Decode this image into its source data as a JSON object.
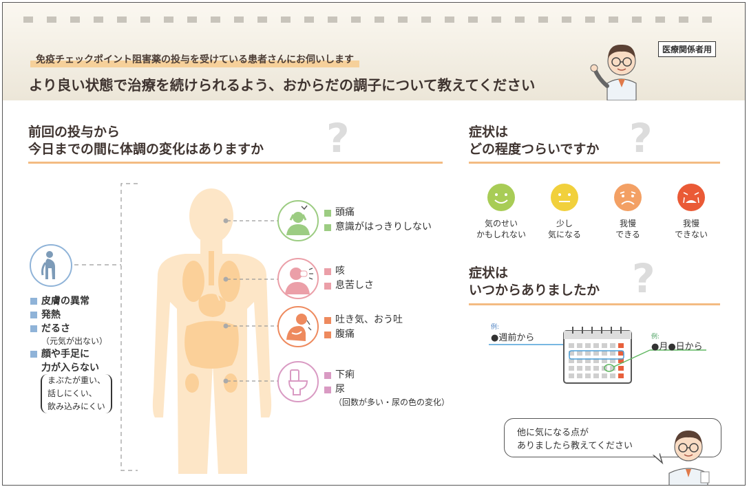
{
  "header": {
    "subtitle": "免疫チェックポイント阻害薬の投与を受けている患者さんにお伺いします",
    "title": "より良い状態で治療を続けられるよう、おからだの調子について教えてください",
    "badge": "医療関係者用"
  },
  "section1": {
    "title_line1": "前回の投与から",
    "title_line2": "今日までの間に体調の変化はありますか"
  },
  "left_group": {
    "icon": "stooped-person-icon",
    "items": [
      "皮膚の異常",
      "発熱",
      "だるさ"
    ],
    "note": "（元気が出ない）",
    "item4_line1": "顔や手足に",
    "item4_line2": "力が入らない",
    "paren_lines": [
      "まぶたが重い、",
      "話しにくい、",
      "飲み込みにくい"
    ]
  },
  "groups": [
    {
      "icon": "headache-icon",
      "color": "#9ccc82",
      "items": [
        "頭痛",
        "意識がはっきりしない"
      ]
    },
    {
      "icon": "cough-icon",
      "color": "#eb9fa8",
      "items": [
        "咳",
        "息苦しさ"
      ]
    },
    {
      "icon": "nausea-icon",
      "color": "#ee8a5e",
      "items": [
        "吐き気、おう吐",
        "腹痛"
      ]
    },
    {
      "icon": "toilet-icon",
      "color": "#d99ac3",
      "items": [
        "下痢",
        "尿"
      ],
      "note": "（回数が多い・尿の色の変化）"
    }
  ],
  "section2": {
    "title_line1": "症状は",
    "title_line2": "どの程度つらいですか"
  },
  "faces": [
    {
      "icon": "smiling-face-icon",
      "color": "#a8cc56",
      "line1": "気のせい",
      "line2": "かもしれない"
    },
    {
      "icon": "neutral-face-icon",
      "color": "#f1d03c",
      "line1": "少し",
      "line2": "気になる"
    },
    {
      "icon": "worried-face-icon",
      "color": "#f3a064",
      "line1": "我慢",
      "line2": "できる"
    },
    {
      "icon": "crying-face-icon",
      "color": "#ea5a36",
      "line1": "我慢",
      "line2": "できない"
    }
  ],
  "section3": {
    "title_line1": "症状は",
    "title_line2": "いつからありましたか"
  },
  "calendar": {
    "example_label": "例:",
    "left_text": "●週前から",
    "right_text": "●月●日から"
  },
  "bubble": {
    "line1": "他に気になる点が",
    "line2": "ありましたら教えてください"
  }
}
